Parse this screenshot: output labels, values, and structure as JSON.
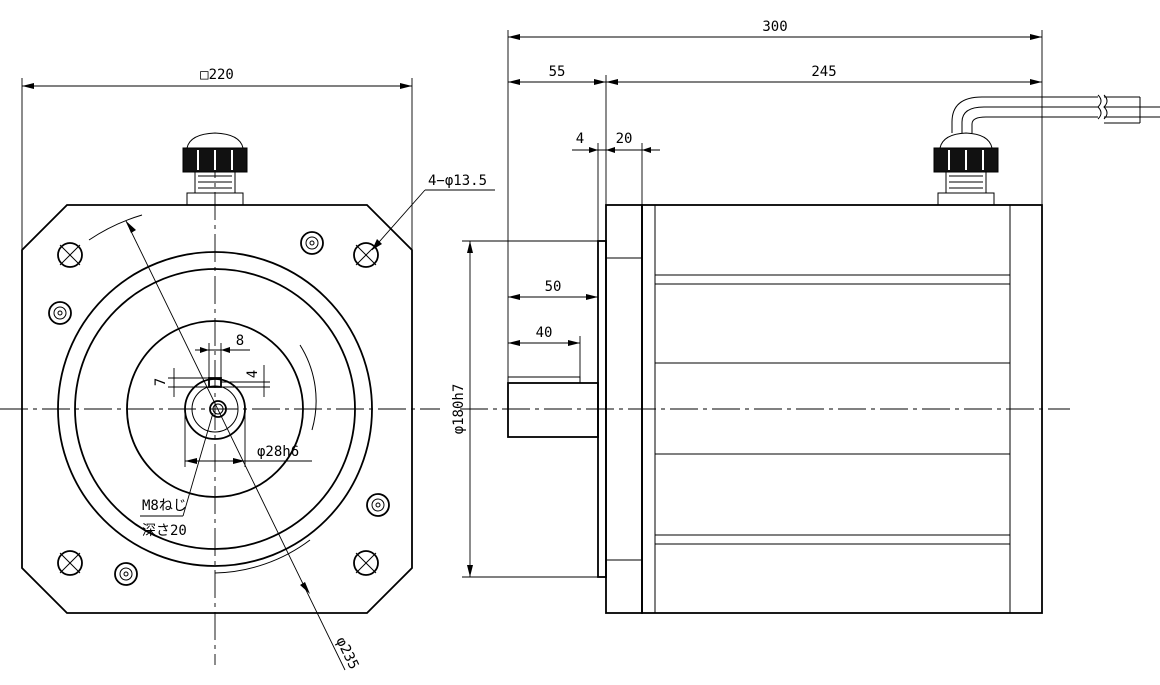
{
  "front_view": {
    "flange_square": "□220",
    "mount_holes": "4−φ13.5",
    "key_width": "8",
    "key_height": "7",
    "keyway_depth": "4",
    "shaft_diameter": "φ28h6",
    "tapped_hole_line1": "M8ねじ",
    "tapped_hole_line2": "深さ20",
    "pilot_circle": "φ235"
  },
  "side_view": {
    "overall_length": "300",
    "shaft_section": "55",
    "body_length": "245",
    "flange_step": "4",
    "flange_thickness": "20",
    "shaft_length": "50",
    "key_length": "40",
    "spigot_diameter": "φ180h7"
  }
}
